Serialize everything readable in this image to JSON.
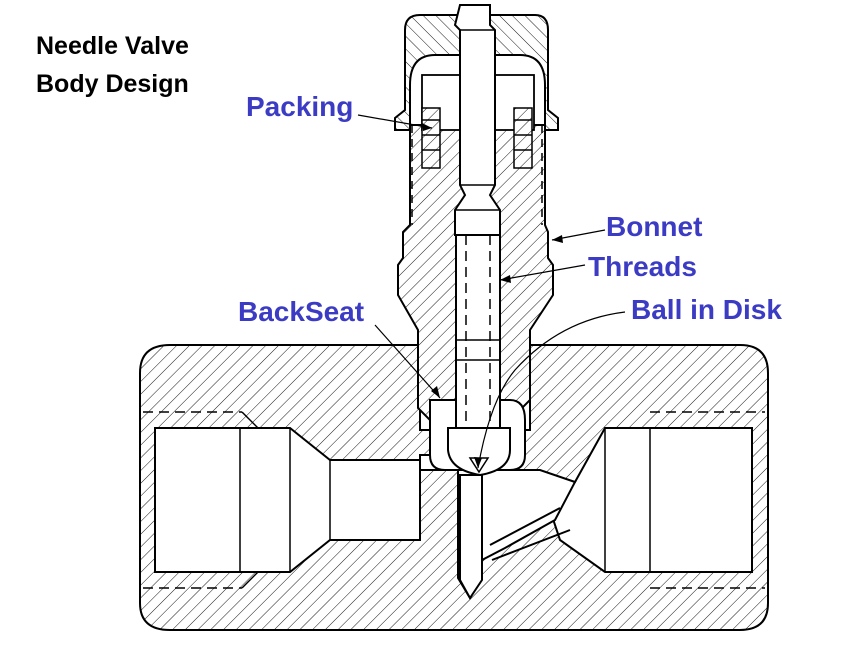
{
  "title": {
    "line1": "Needle Valve",
    "line2": "Body Design"
  },
  "labels": {
    "packing": "Packing",
    "bonnet": "Bonnet",
    "threads": "Threads",
    "backseat": "BackSeat",
    "ball_in_disk": "Ball in Disk"
  },
  "colors": {
    "label": "#3b3bc4",
    "line": "#000000",
    "background": "#ffffff"
  }
}
